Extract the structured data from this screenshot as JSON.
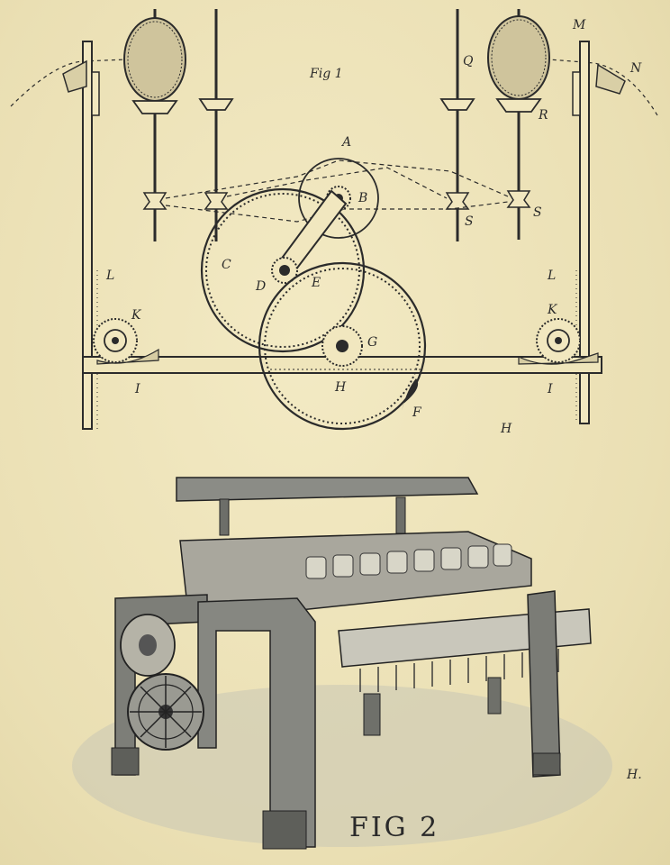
{
  "figure1": {
    "title": "Fig 1",
    "labels": {
      "A": "A",
      "B": "B",
      "C": "C",
      "D": "D",
      "E": "E",
      "F": "F",
      "G": "G",
      "H": "H",
      "H2": "H",
      "I_left": "I",
      "I_right": "I",
      "K_left": "K",
      "K_right": "K",
      "L_left": "L",
      "L_right": "L",
      "M": "M",
      "N": "N",
      "Q": "Q",
      "R": "R",
      "S1": "S",
      "S2": "S"
    }
  },
  "figure2": {
    "caption": "FIG 2",
    "corner_mark": "H."
  }
}
